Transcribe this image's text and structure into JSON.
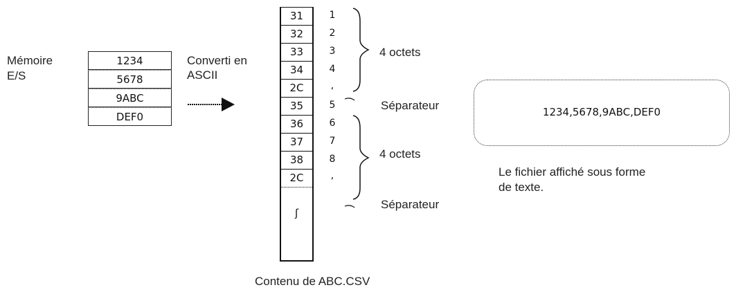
{
  "memory": {
    "label_line1": "Mémoire",
    "label_line2": "E/S",
    "values": [
      "1234",
      "5678",
      "9ABC",
      "DEF0"
    ]
  },
  "conversion": {
    "label_line1": "Converti en",
    "label_line2": "ASCII"
  },
  "file": {
    "codes": [
      "31",
      "32",
      "33",
      "34",
      "2C",
      "35",
      "36",
      "37",
      "38",
      "2C"
    ],
    "chars": [
      "1",
      "2",
      "3",
      "4",
      ",",
      "5",
      "6",
      "7",
      "8",
      ","
    ],
    "continuation": "ʃ",
    "caption": "Contenu de ABC.CSV"
  },
  "annotations": {
    "group1": "4 octets",
    "separator1": "Séparateur",
    "group2": "4 octets",
    "separator2": "Séparateur"
  },
  "text_view": {
    "content": "1234,5678,9ABC,DEF0",
    "caption_line1": "Le fichier affiché sous forme",
    "caption_line2": "de texte."
  }
}
